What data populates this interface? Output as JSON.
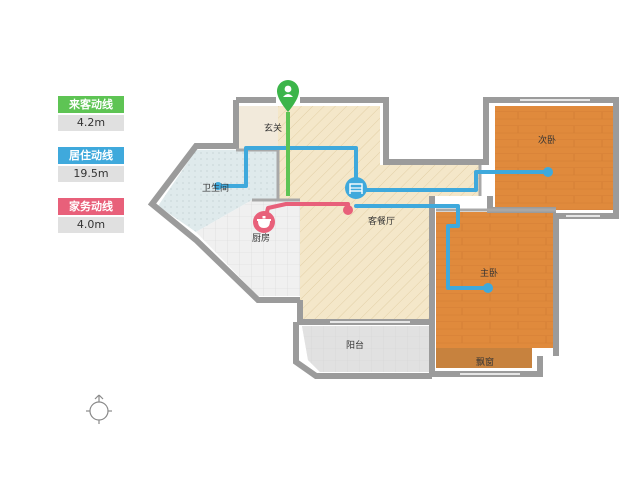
{
  "legend": [
    {
      "label": "来客动线",
      "value": "4.2m",
      "color": "#5ec454"
    },
    {
      "label": "居住动线",
      "value": "19.5m",
      "color": "#3fa9dc"
    },
    {
      "label": "家务动线",
      "value": "4.0m",
      "color": "#e8607a"
    }
  ],
  "rooms": {
    "entrance": "玄关",
    "bathroom": "卫生间",
    "second_bedroom": "次卧",
    "kitchen": "厨房",
    "living_dining": "客餐厅",
    "master_bedroom": "主卧",
    "balcony": "阳台",
    "bay_window": "飘窗"
  },
  "icons": {
    "entry_marker": "person-pin-icon",
    "bed_marker": "bed-icon",
    "pot_marker": "pot-icon",
    "compass": "compass-icon"
  },
  "colors": {
    "wall": "#9b9b9b",
    "wood_floor": "#e08a3c",
    "living_floor": "#f3e6c8",
    "kitchen_floor": "#ececec",
    "bath_floor": "#dde8ea"
  }
}
